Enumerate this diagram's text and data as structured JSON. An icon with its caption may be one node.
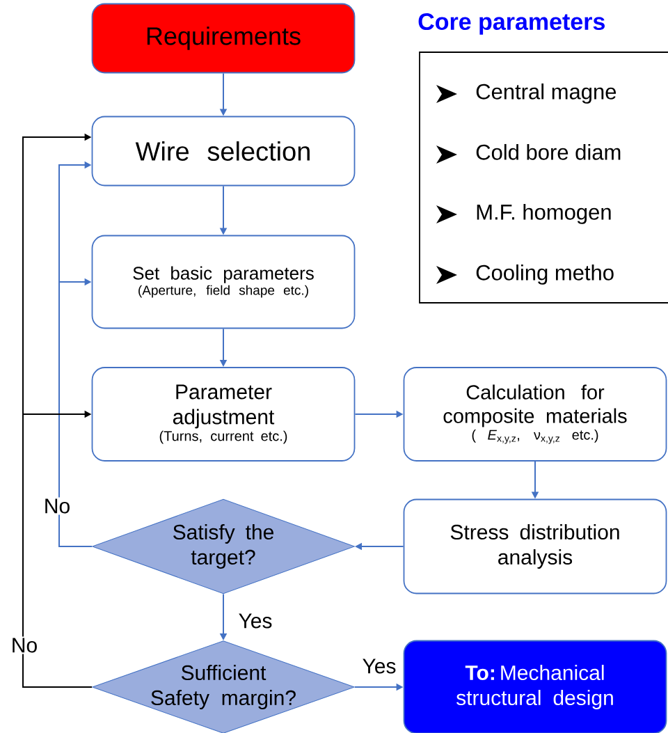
{
  "diagram": {
    "nodes": [
      {
        "text": [
          "Requirements"
        ]
      },
      {
        "text": [
          "Wire selection"
        ]
      },
      {
        "text": [
          "Set basic parameters",
          "(Aperture, field shape etc.)"
        ]
      },
      {
        "text": [
          "Parameter adjustment",
          "(Turns, current etc.)"
        ]
      },
      {
        "text": [
          "Calculation for composite materials",
          "( *E*$_{x,y,z}$, ν$_{x,y,z}$ etc.)"
        ]
      },
      {
        "text": [
          "Stress distribution analysis"
        ]
      },
      {
        "text": [
          "Satisfy the target?"
        ]
      },
      {
        "text": [
          "Sufficient Safety margin?"
        ]
      },
      {
        "text": [
          "**To:** Mechanical structural design"
        ]
      },
      {
        "text": [
          "Core parameters",
          "Central magne",
          "Cold bore diam",
          "M.F. homogen",
          "Cooling metho"
        ]
      }
    ],
    "edges": [
      {
        "from": 0,
        "to": 1,
        "arrow": "to"
      },
      {
        "from": 1,
        "to": 2,
        "arrow": "to"
      },
      {
        "from": 2,
        "to": 3,
        "arrow": "to"
      },
      {
        "from": 3,
        "to": 4,
        "arrow": "to"
      },
      {
        "from": 4,
        "to": 5,
        "arrow": "to"
      },
      {
        "from": 5,
        "to": 6,
        "arrow": "to"
      },
      {
        "from": 6,
        "to": 7,
        "arrow": "to",
        "label": "Yes"
      },
      {
        "from": 7,
        "to": 8,
        "arrow": "to",
        "label": "Yes"
      },
      {
        "from": 6,
        "to": 1,
        "arrow": "to",
        "label": "No"
      },
      {
        "from": 6,
        "to": 2,
        "arrow": "to"
      },
      {
        "from": 7,
        "to": 1,
        "arrow": "to",
        "color": "#000000",
        "label": "No"
      },
      {
        "from": 7,
        "to": 3,
        "arrow": "to",
        "color": "#000000"
      }
    ]
  }
}
